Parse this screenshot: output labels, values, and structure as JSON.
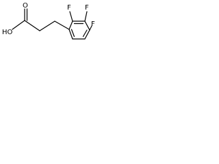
{
  "molecule": {
    "atoms": {
      "hydroxyl": "HO",
      "carbonyl_oxygen": "O",
      "fluorine_ortho": "F",
      "fluorine_meta": "F",
      "fluorine_para": "F"
    },
    "colors": {
      "bond": "#000000",
      "label": "#000000",
      "background": "#ffffff"
    }
  }
}
